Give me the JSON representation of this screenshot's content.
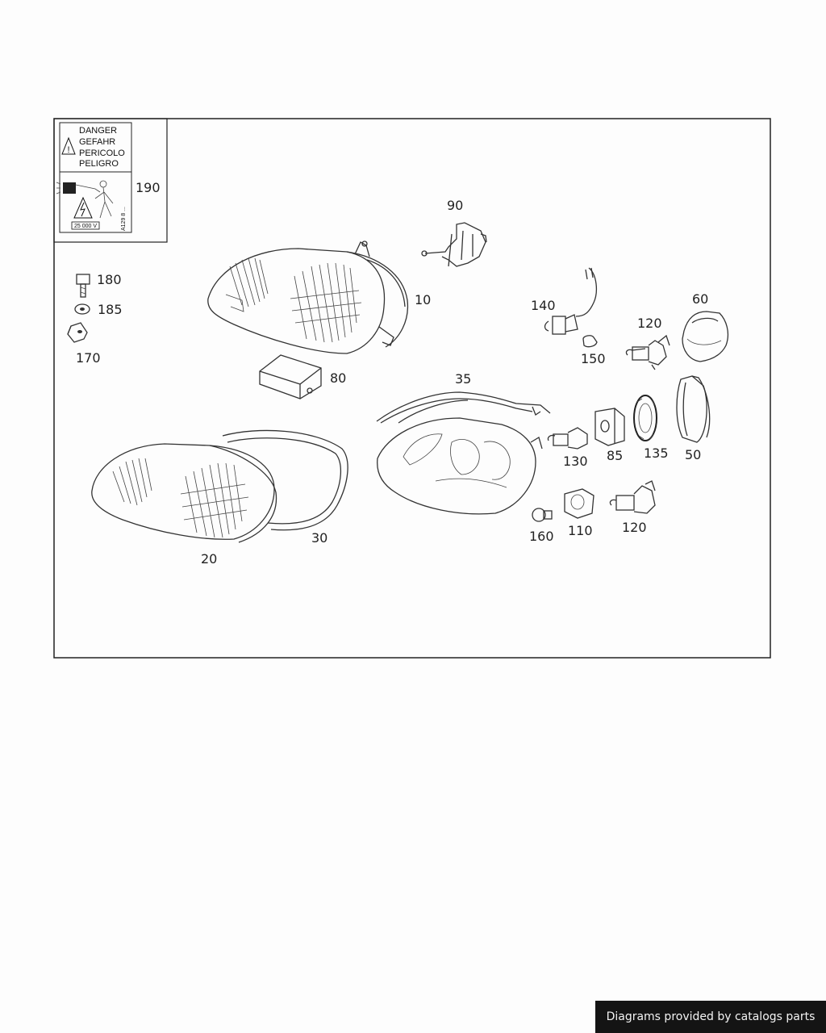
{
  "warning_label": {
    "lines": [
      "DANGER",
      "GEFAHR",
      "PERICOLO",
      "PELIGRO"
    ],
    "voltage": "25 000 V",
    "part_code": "A129 8 ..."
  },
  "callouts": {
    "p190": "190",
    "p180": "180",
    "p185": "185",
    "p170": "170",
    "p90": "90",
    "p10": "10",
    "p80": "80",
    "p35": "35",
    "p140": "140",
    "p150": "150",
    "p120a": "120",
    "p60": "60",
    "p130": "130",
    "p85": "85",
    "p135": "135",
    "p50": "50",
    "p160": "160",
    "p110": "110",
    "p120b": "120",
    "p20": "20",
    "p30": "30"
  },
  "credit": "Diagrams provided by catalogs parts"
}
